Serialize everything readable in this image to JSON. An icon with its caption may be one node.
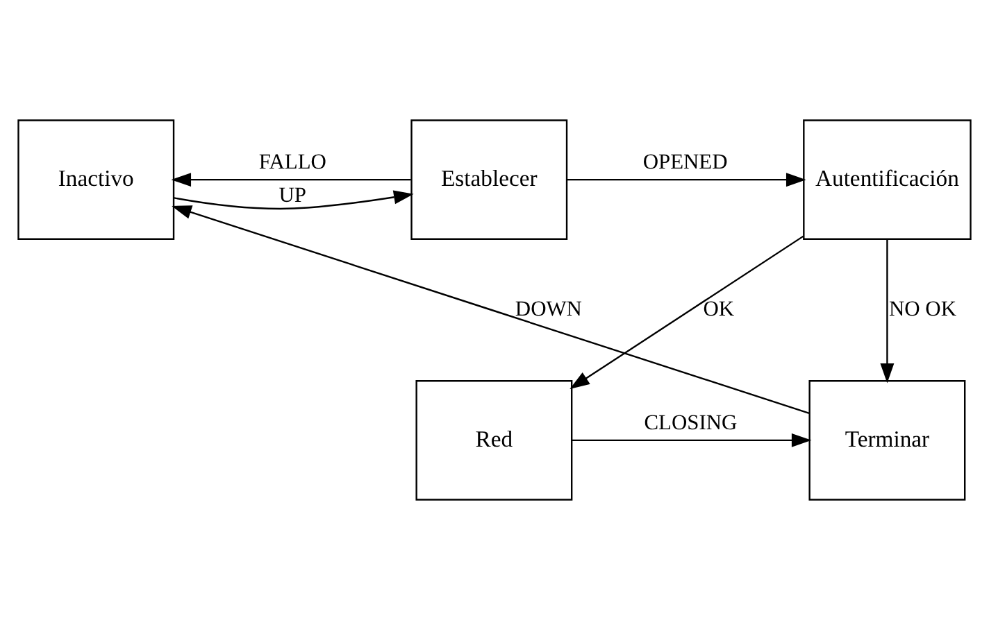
{
  "diagram": {
    "nodes": [
      {
        "text": [
          "Inactivo"
        ]
      },
      {
        "text": [
          "Establecer"
        ]
      },
      {
        "text": [
          "Autentificación"
        ]
      },
      {
        "text": [
          "Terminar"
        ]
      },
      {
        "text": [
          "Red"
        ]
      }
    ],
    "edges": [
      {
        "from": 0,
        "to": 1,
        "arrow": "to",
        "label": "UP"
      },
      {
        "from": 1,
        "to": 2,
        "arrow": "to",
        "label": "OPENED"
      },
      {
        "from": 1,
        "to": 0,
        "arrow": "to",
        "label": "FALLO"
      },
      {
        "from": 2,
        "to": 3,
        "arrow": "to",
        "label": "NO OK"
      },
      {
        "from": 2,
        "to": 4,
        "arrow": "to",
        "label": "OK"
      },
      {
        "from": 3,
        "to": 0,
        "arrow": "to",
        "label": "DOWN"
      },
      {
        "from": 4,
        "to": 3,
        "arrow": "to",
        "label": "CLOSING"
      }
    ]
  }
}
